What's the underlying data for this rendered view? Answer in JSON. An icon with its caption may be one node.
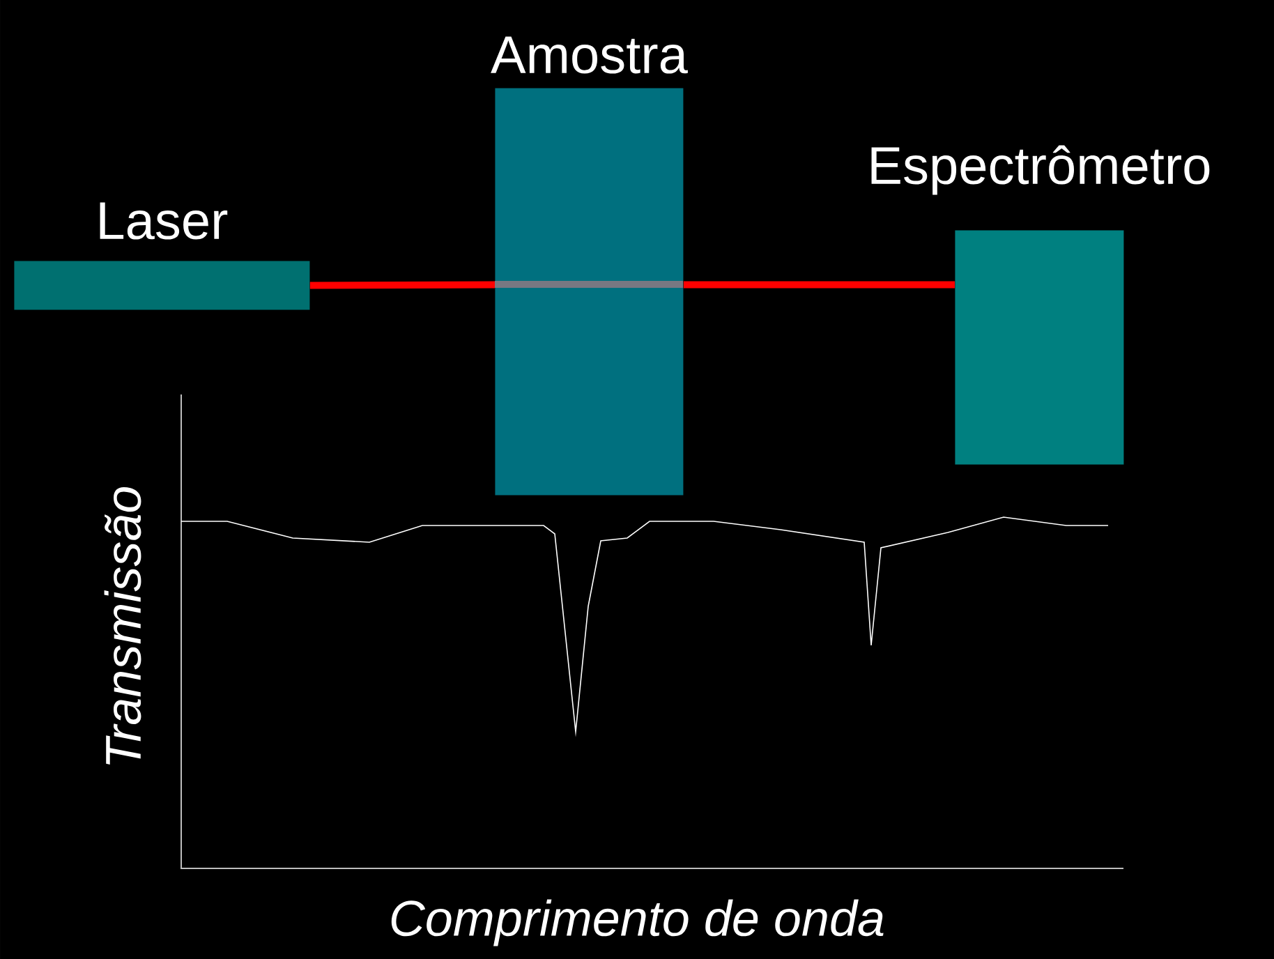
{
  "diagram": {
    "nodes": [
      {
        "text": [
          "Laser"
        ]
      },
      {
        "text": [
          "Amostra"
        ]
      },
      {
        "text": [
          "Espectrômetro"
        ]
      }
    ],
    "edges": [
      {
        "from": 0,
        "to": 1,
        "arrow": "none",
        "color": "#ff0000"
      },
      {
        "from": 1,
        "to": 2,
        "arrow": "none",
        "color": "#ff0000"
      }
    ],
    "labels": [
      "Transmissão",
      "Comprimento de onda"
    ]
  }
}
